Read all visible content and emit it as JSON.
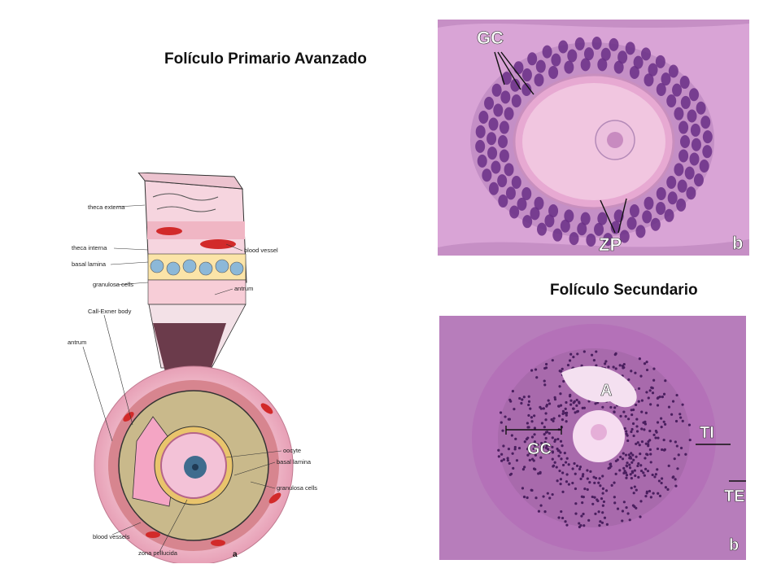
{
  "titles": {
    "primary": "Folículo Primario Avanzado",
    "secondary": "Folículo Secundario"
  },
  "diagram": {
    "labels": {
      "theca_externa": "theca externa",
      "theca_interna": "theca interna",
      "basal_lamina": "basal lamina",
      "granulosa_cells": "granulosa cells",
      "blood_vessel": "blood vessel",
      "antrum_top": "antrum",
      "call_exner": "Call-Exner body",
      "antrum_left": "antrum",
      "oocyte": "oocyte",
      "basal_lamina_2": "basal lamina",
      "granulosa_cells_2": "granulosa cells",
      "blood_vessels": "blood vessels",
      "zona_pellucida": "zona pellucida",
      "panel_letter": "a"
    }
  },
  "micrograph_primary": {
    "labels": {
      "gc": "GC",
      "zp": "ZP",
      "panel": "b"
    }
  },
  "micrograph_secondary": {
    "labels": {
      "a": "A",
      "gc": "GC",
      "ti": "TI",
      "te": "TE",
      "panel": "b"
    }
  },
  "colors": {
    "stain_purple": "#b46bb4",
    "nucleus": "#5a2a7a",
    "pale_pink": "#f0c8e6",
    "blood": "#d22a2a"
  }
}
